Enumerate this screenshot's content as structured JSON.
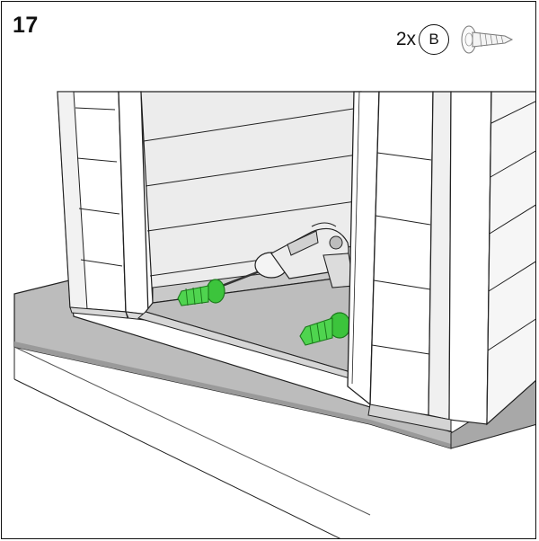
{
  "step": {
    "number": "17"
  },
  "parts": {
    "quantity": "2x",
    "letter": "B",
    "icon": "screw-icon"
  },
  "colors": {
    "screw_green": "#3cc43c",
    "floor_gray": "#b5b5b5",
    "panel_white": "#ffffff",
    "outline": "#1a1a1a"
  }
}
